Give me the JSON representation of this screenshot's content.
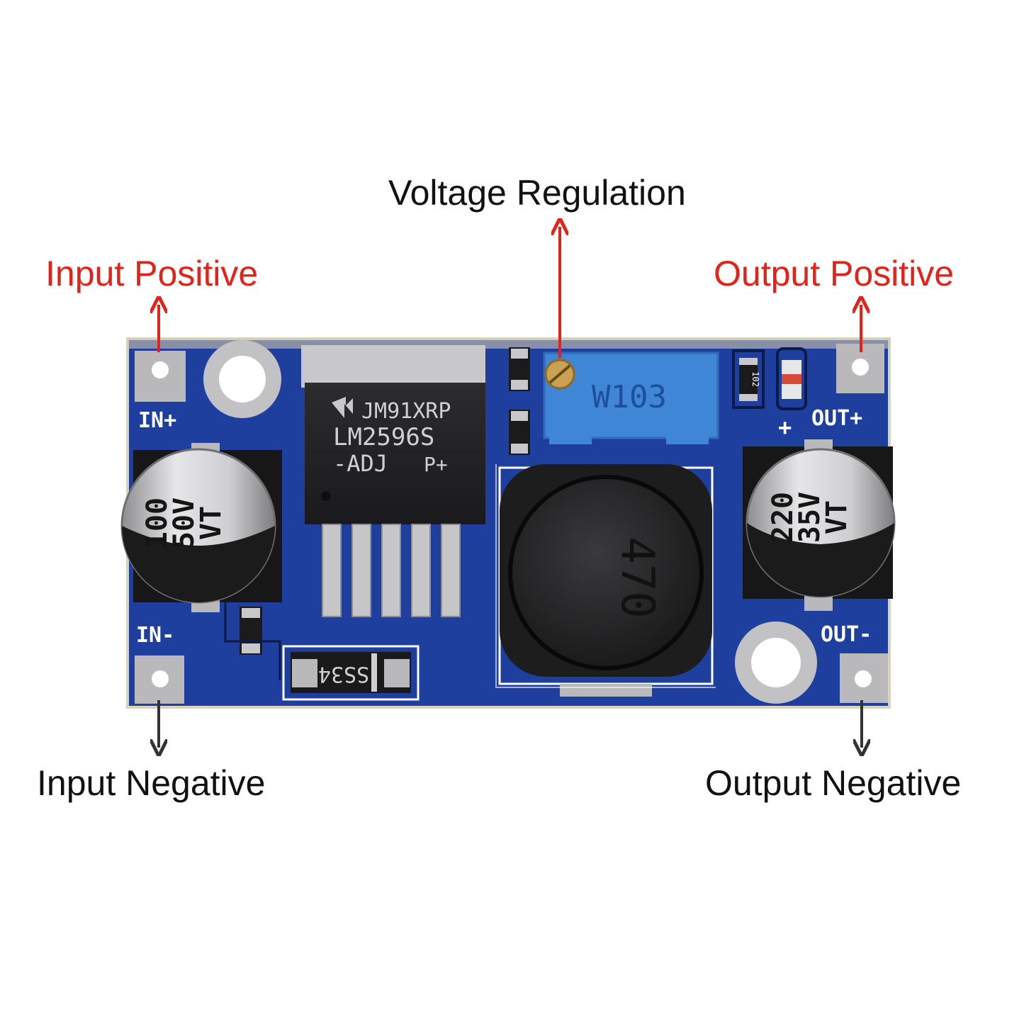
{
  "colors": {
    "positive": "#e2231a",
    "negative": "#111111",
    "pcb": "#1f3f9e",
    "pad": "#b9b9bb",
    "potentiometer": "#3f86d6",
    "inductor": "#2a2a2a"
  },
  "callouts": {
    "voltage_regulation": "Voltage Regulation",
    "input_positive": "Input Positive",
    "output_positive": "Output Positive",
    "input_negative": "Input Negative",
    "output_negative": "Output Negative"
  },
  "board": {
    "silk": {
      "in_plus": "IN+",
      "in_minus": "IN-",
      "out_plus": "OUT+",
      "out_minus": "OUT-",
      "plus_sign": "+"
    },
    "regulator": {
      "line1": "JM91XRP",
      "line2": "LM2596S",
      "line3": "-ADJ",
      "suffix": "P+"
    },
    "potentiometer_code": "W103",
    "inductor_code": "470",
    "diode_code": "SS34",
    "resistor_code": "102",
    "cap_in": {
      "line1": "100",
      "line2": "50V",
      "line3": "VT"
    },
    "cap_out": {
      "line1": "220",
      "line2": "35V",
      "line3": "VT"
    }
  }
}
